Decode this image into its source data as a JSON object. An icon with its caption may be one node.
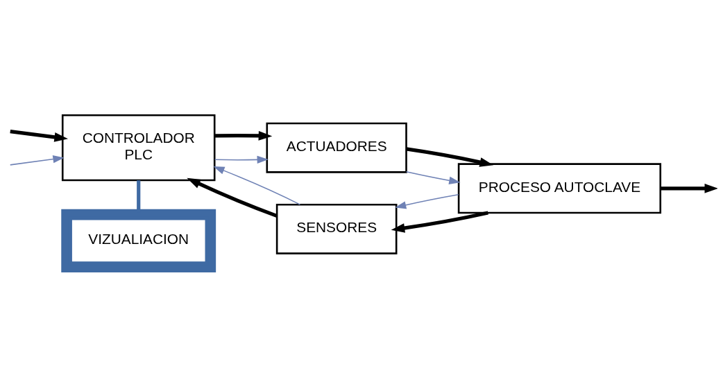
{
  "diagram": {
    "nodes": [
      {
        "text": [
          "CONTROLADOR",
          "PLC"
        ]
      },
      {
        "text": [
          "ACTUADORES"
        ]
      },
      {
        "text": [
          "PROCESO AUTOCLAVE"
        ]
      },
      {
        "text": [
          "SENSORES"
        ]
      },
      {
        "text": [
          "VIZUALIACION"
        ]
      }
    ],
    "edges": [
      {
        "from": null,
        "to": 0,
        "arrow": "to"
      },
      {
        "from": null,
        "to": 0,
        "arrow": "to",
        "color": "#6f82b5"
      },
      {
        "from": 0,
        "to": 1,
        "arrow": "to",
        "color": "#6f82b5"
      },
      {
        "from": 0,
        "to": 1,
        "arrow": "to"
      },
      {
        "from": 1,
        "to": 2,
        "arrow": "to",
        "color": "#6f82b5"
      },
      {
        "from": 1,
        "to": 2,
        "arrow": "to"
      },
      {
        "from": 2,
        "to": null,
        "arrow": "to"
      },
      {
        "from": 2,
        "to": 3,
        "arrow": "to"
      },
      {
        "from": 2,
        "to": 3,
        "arrow": "to",
        "color": "#6f82b5"
      },
      {
        "from": 3,
        "to": 0,
        "arrow": "to"
      },
      {
        "from": 3,
        "to": 0,
        "arrow": "to",
        "color": "#6f82b5"
      },
      {
        "from": 0,
        "to": 4,
        "arrow": "none",
        "color": "#3f6aa3"
      }
    ]
  }
}
